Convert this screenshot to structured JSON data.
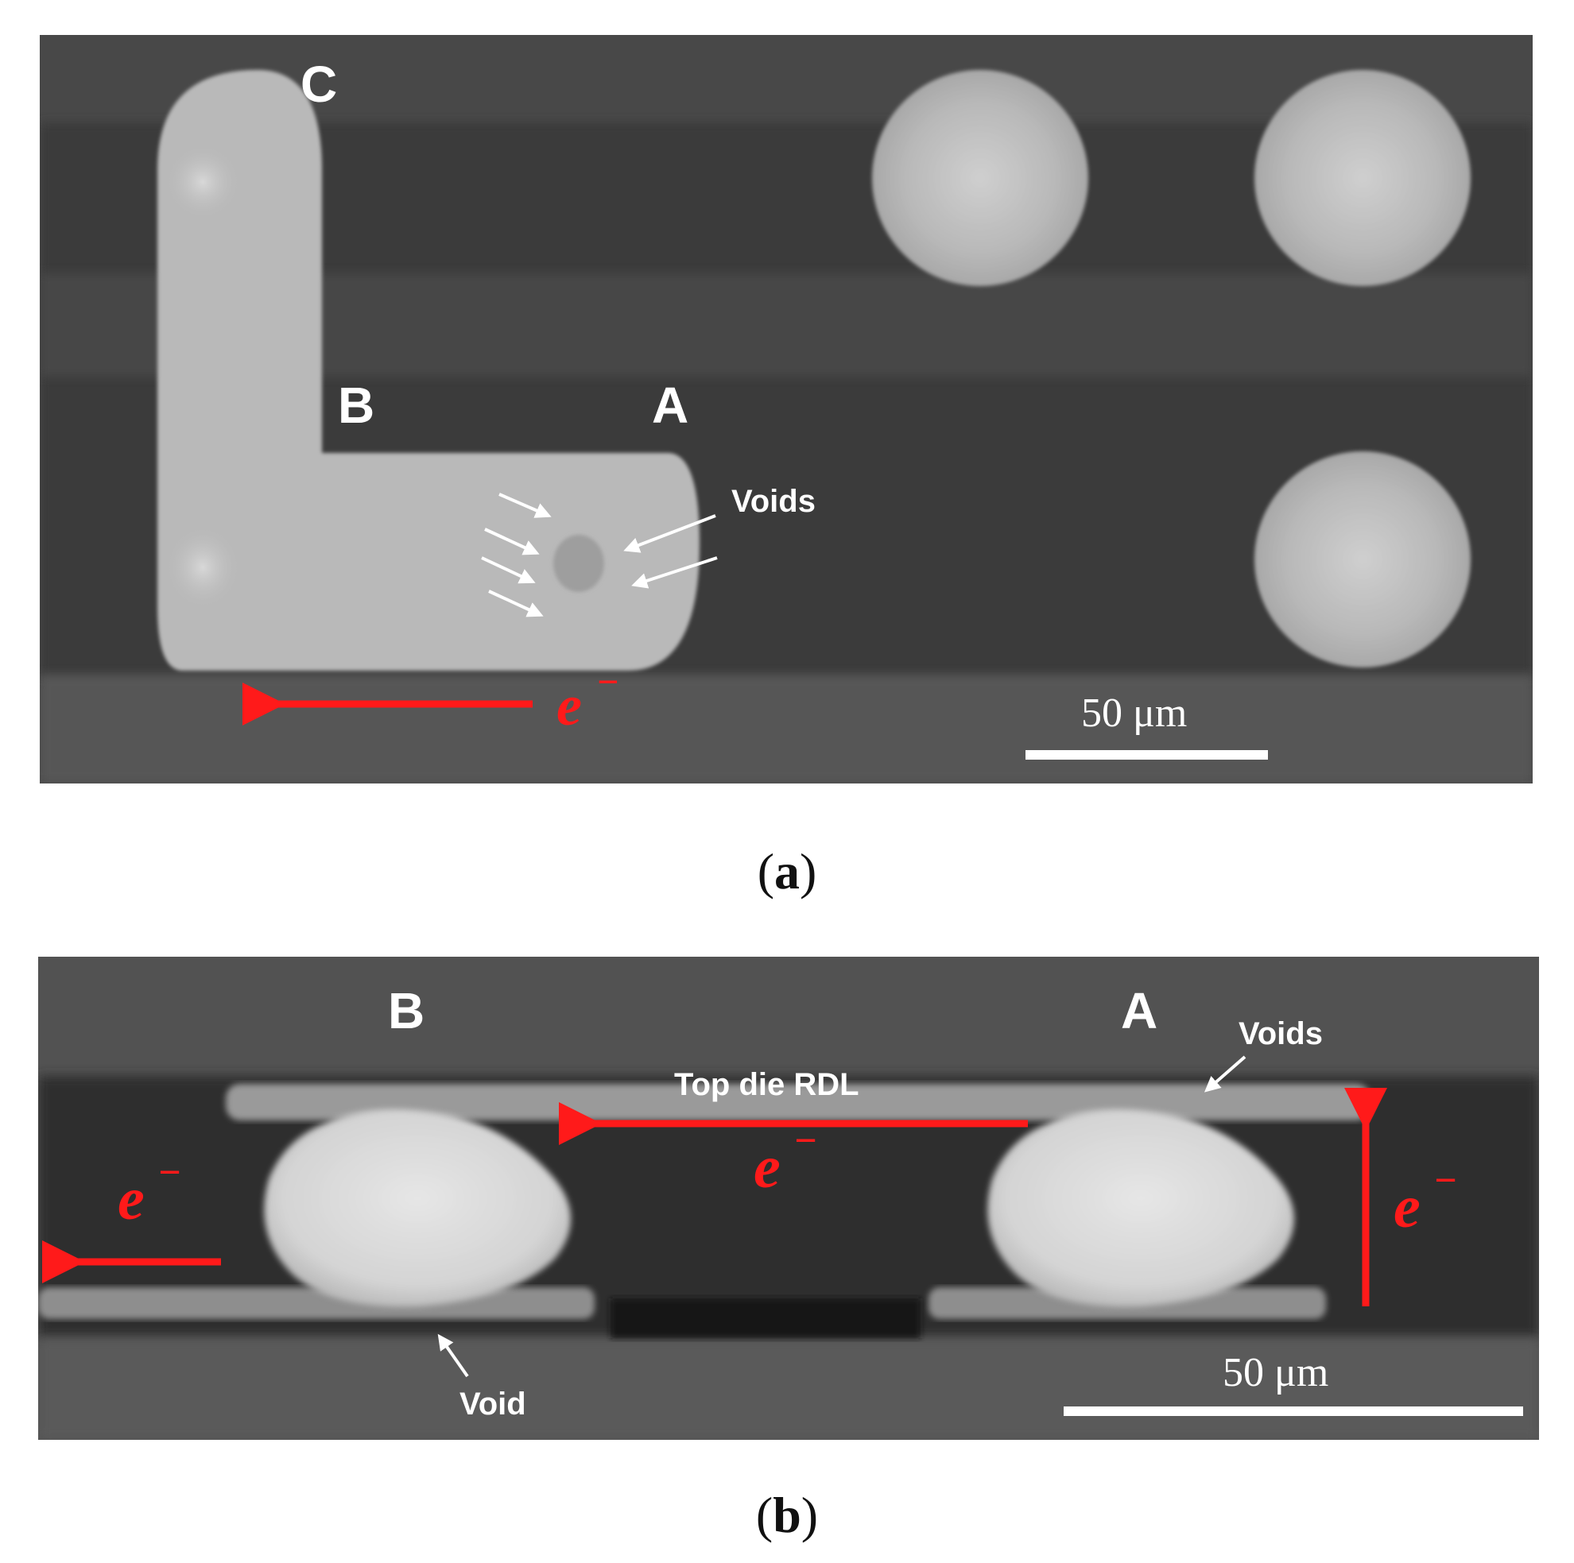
{
  "panel_a": {
    "labels": {
      "a": "A",
      "b": "B",
      "c": "C"
    },
    "voids_label": "Voids",
    "electron_label": "e",
    "electron_sup": "−",
    "scale_label": "50 μm",
    "caption": "a"
  },
  "panel_b": {
    "labels": {
      "a": "A",
      "b": "B"
    },
    "voids_label": "Voids",
    "void_label": "Void",
    "rdl_label": "Top die RDL",
    "electron_label": "e",
    "electron_sup": "−",
    "scale_label": "50 μm",
    "caption": "b"
  },
  "colors": {
    "arrow": "#ff1a1a",
    "background": "#4a4a4a",
    "bump": "#bdbdbd"
  }
}
